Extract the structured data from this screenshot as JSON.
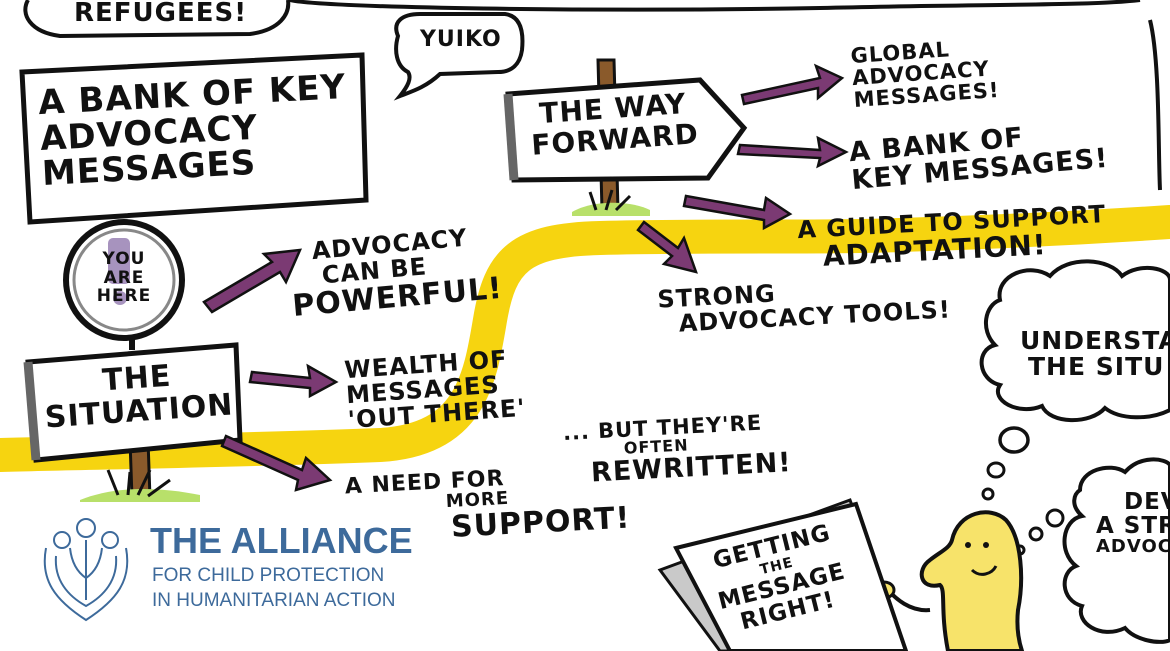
{
  "top_bubble_fragment": "REFUGEES!",
  "name_bubble": "YUIKO",
  "bank_box": [
    "A BANK OF KEY",
    "ADVOCACY",
    "MESSAGES"
  ],
  "you_are_here": [
    "YOU",
    "ARE",
    "HERE"
  ],
  "situation_sign": [
    "THE",
    "SITUATION"
  ],
  "way_forward_sign": [
    "THE WAY",
    "FORWARD"
  ],
  "global_messages": [
    "GLOBAL",
    "ADVOCACY",
    "MESSAGES!"
  ],
  "bank_key_messages": [
    "A BANK OF",
    "KEY MESSAGES!"
  ],
  "guide_adaptation": [
    "A GUIDE TO SUPPORT",
    "ADAPTATION!"
  ],
  "strong_tools": [
    "STRONG",
    "ADVOCACY TOOLS!"
  ],
  "advocacy_powerful": [
    "ADVOCACY",
    "CAN BE",
    "POWERFUL!"
  ],
  "wealth_messages": [
    "WEALTH OF",
    "MESSAGES",
    "'OUT THERE'"
  ],
  "but_rewritten": [
    "... BUT THEY'RE",
    "OFTEN",
    "REWRITTEN!"
  ],
  "need_support": [
    "A NEED FOR",
    "MORE",
    "SUPPORT!"
  ],
  "understand_bubble": [
    "UNDERSTA",
    "THE SITU"
  ],
  "develop_bubble": [
    "DEV",
    "A STR",
    "ADVOC"
  ],
  "book_title": [
    "GETTING",
    "THE",
    "MESSAGE",
    "RIGHT!"
  ],
  "logo": {
    "line1": "THE ALLIANCE",
    "line2": "FOR CHILD PROTECTION",
    "line3": "IN HUMANITARIAN ACTION",
    "color": "#3d6a9b"
  },
  "colors": {
    "road": "#f6d410",
    "arrow": "#7b3a73",
    "ink": "#111111",
    "character": "#f7e36a",
    "grass": "#b8e06a",
    "post": "#8a5a2b"
  }
}
